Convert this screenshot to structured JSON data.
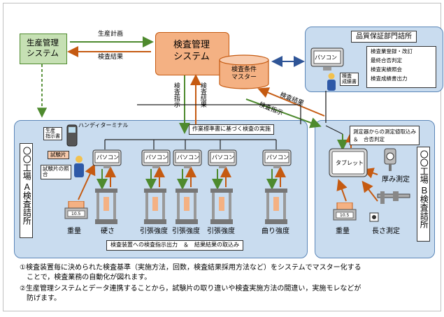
{
  "production_system": "生産管理\nシステム",
  "inspection_system": "検査管理\nシステム",
  "master_db": "検査条件\nマスター",
  "arrows": {
    "production_plan": "生産計画",
    "inspection_result": "検査結果",
    "inspection_instruction": "検査指示",
    "inspection_result_v": "検査結果",
    "inspection_result_diag": "検査結果",
    "inspection_instruction_diag": "検査指示"
  },
  "qa_dept": {
    "title": "品質保証部門詰所",
    "pc_label": "パソコン",
    "report_label": "検査\n成績書",
    "tasks": [
      "検査業登録・改訂",
      "最終合否判定",
      "検査実績照会",
      "検査成績書出力"
    ]
  },
  "factory_a": {
    "vertical_label": "〇〇工場 Ａ検査詰所",
    "handy_terminal": "ハンディターミナル",
    "production_instruction": "生産\n指示書",
    "test_piece": "試験片",
    "test_piece_check": "試験片の照\n合",
    "standard_box": "作業標準書に基づく検査の実施",
    "pc_labels": [
      "パソコン",
      "パソコン",
      "パソコン",
      "パソコン",
      "パソコン"
    ],
    "scale_value": "10.5",
    "tests": [
      "重量",
      "硬さ",
      "引張強度",
      "引張強度",
      "引張強度",
      "曲り強度"
    ],
    "bottom_box": "検査装置への検査指示出力　＆　結果結果の取込み"
  },
  "factory_b": {
    "vertical_label": "〇〇工場 Ｂ検査詰所",
    "measure_box": "測定器からの測定値取込み\n＆　合否判定",
    "tablet": "タブレット",
    "scale_value": "10.5",
    "tests": [
      "重量",
      "厚み測定",
      "長さ測定"
    ]
  },
  "notes": [
    "①検査装置毎に決められた検査基準（実施方法，回数，検査結果採用方法など）をシステムでマスター化する",
    "　ことで，検査業務の自動化が図れます。",
    "②生産管理システムとデータ連携することから，試験片の取り違いや検査実施方法の間違い，実施モレなどが",
    "　防げます。"
  ],
  "colors": {
    "green_box": "#c6e0b4",
    "orange_box": "#f4b183",
    "blue_panel": "#c9dcef",
    "green_arrow": "#4e8a2e",
    "orange_arrow": "#c55a11",
    "blue_arrow": "#2f5597"
  }
}
